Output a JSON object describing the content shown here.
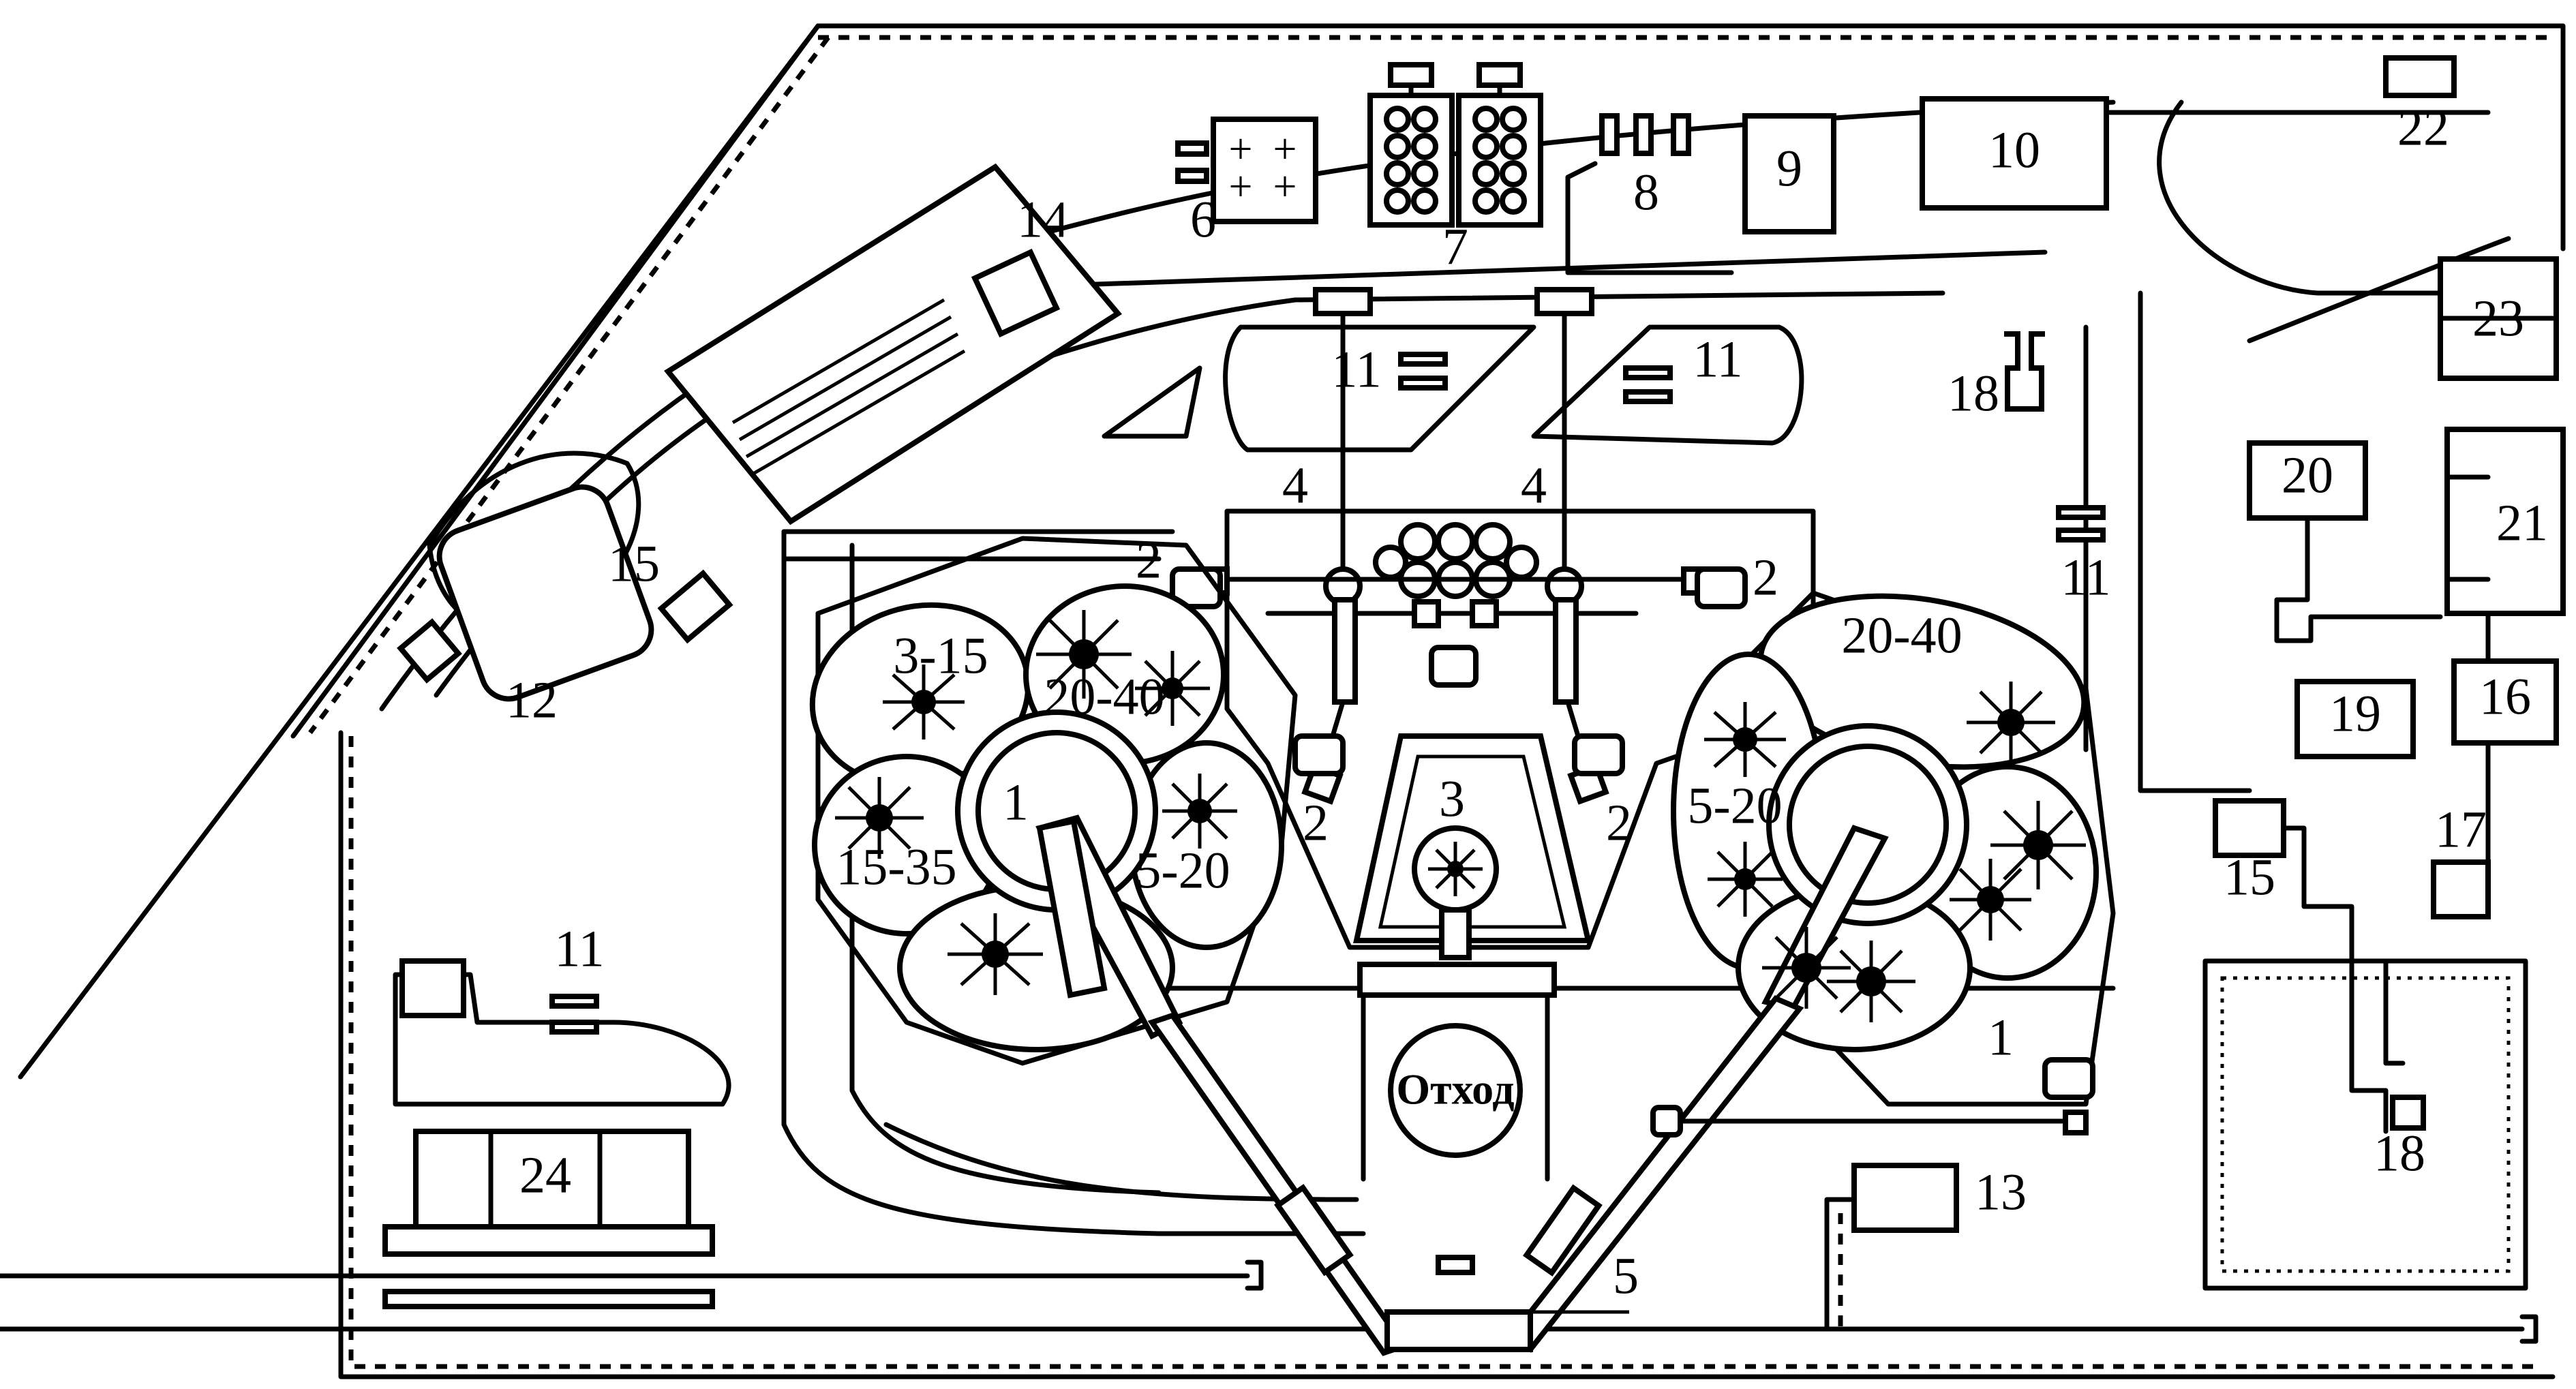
{
  "labels": {
    "n1": "1",
    "n2": "2",
    "n3": "3",
    "n4": "4",
    "n5": "5",
    "n6": "6",
    "n7": "7",
    "n8": "8",
    "n9": "9",
    "n10": "10",
    "n11": "11",
    "n12": "12",
    "n13": "13",
    "n14": "14",
    "n15": "15",
    "n16": "16",
    "n17": "17",
    "n18": "18",
    "n19": "19",
    "n20": "20",
    "n21": "21",
    "n22": "22",
    "n23": "23",
    "n24": "24"
  },
  "ranges": {
    "r_3_15": "3-15",
    "r_20_40": "20-40",
    "r_15_35": "15-35",
    "r_5_20": "5-20"
  },
  "waste_label": "Отход"
}
